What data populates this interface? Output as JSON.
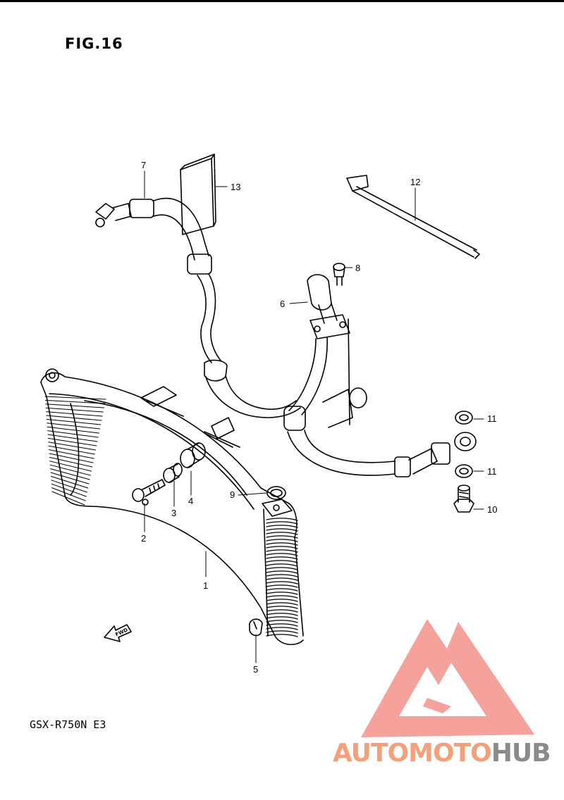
{
  "figure": {
    "title": "FIG.16",
    "model_code": "GSX-R750N E3"
  },
  "callouts": [
    {
      "id": "1",
      "label": "1"
    },
    {
      "id": "2",
      "label": "2"
    },
    {
      "id": "3",
      "label": "3"
    },
    {
      "id": "4",
      "label": "4"
    },
    {
      "id": "5",
      "label": "5"
    },
    {
      "id": "6",
      "label": "6"
    },
    {
      "id": "7",
      "label": "7"
    },
    {
      "id": "8",
      "label": "8"
    },
    {
      "id": "9",
      "label": "9"
    },
    {
      "id": "10",
      "label": "10"
    },
    {
      "id": "11a",
      "label": "11"
    },
    {
      "id": "11b",
      "label": "11"
    },
    {
      "id": "12",
      "label": "12"
    },
    {
      "id": "13",
      "label": "13"
    }
  ],
  "fwd_arrow_label": "FWD",
  "watermark": {
    "brand_part1": "AUTOMOTO",
    "brand_part2": "HUB",
    "color_main": "#f4a07a",
    "color_logo": "#f3928a",
    "color_hub": "#8a8a8a"
  }
}
